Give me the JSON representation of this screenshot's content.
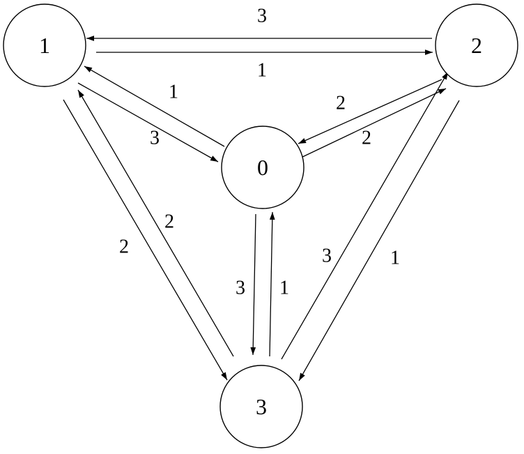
{
  "nodes": [
    {
      "id": "1",
      "label": "1"
    },
    {
      "id": "2",
      "label": "2"
    },
    {
      "id": "0",
      "label": "0"
    },
    {
      "id": "3",
      "label": "3"
    }
  ],
  "edges": [
    {
      "from": "2",
      "to": "1",
      "weight": "3"
    },
    {
      "from": "1",
      "to": "2",
      "weight": "1"
    },
    {
      "from": "0",
      "to": "1",
      "weight": "1"
    },
    {
      "from": "1",
      "to": "0",
      "weight": "3"
    },
    {
      "from": "2",
      "to": "0",
      "weight": "2"
    },
    {
      "from": "0",
      "to": "2",
      "weight": "2"
    },
    {
      "from": "0",
      "to": "3",
      "weight": "3"
    },
    {
      "from": "3",
      "to": "0",
      "weight": "1"
    },
    {
      "from": "1",
      "to": "3",
      "weight": "2"
    },
    {
      "from": "3",
      "to": "1",
      "weight": "2"
    },
    {
      "from": "3",
      "to": "2",
      "weight": "3"
    },
    {
      "from": "2",
      "to": "3",
      "weight": "1"
    }
  ]
}
